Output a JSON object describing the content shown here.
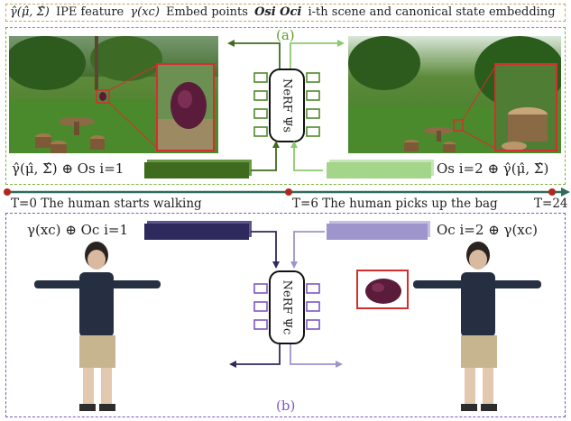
{
  "legend": {
    "ipe_symbol": "γ̂(μ̂, Σ̂)",
    "ipe_label": "IPE feature",
    "embed_symbol": "γ(xc)",
    "embed_label": "Embed points",
    "state_symbol": "Osi Oci",
    "state_label": "i-th scene and canonical state embedding"
  },
  "panel_a": {
    "label": "(a)",
    "network": "NeRF Ψs",
    "left_formula": "γ̂(μ̂, Σ̂) ⊕ Os i=1",
    "right_formula": "Os i=2 ⊕ γ̂(μ̂, Σ̂)"
  },
  "panel_b": {
    "label": "(b)",
    "network": "NeRF Ψc",
    "left_formula": "γ(xc) ⊕ Oc i=1",
    "right_formula": "Oc i=2 ⊕ γ(xc)"
  },
  "timeline": {
    "t0_label": "T=0 The human starts walking",
    "t6_label": "T=6 The human picks up the bag",
    "t24_label": "T=24"
  },
  "colors": {
    "scene_dark": "#3f6b1f",
    "scene_light": "#a5d58a",
    "canon_dark": "#2e2a5e",
    "canon_light": "#9d95cc",
    "timeline": "#2e6b5e",
    "highlight": "#d32f2f"
  }
}
